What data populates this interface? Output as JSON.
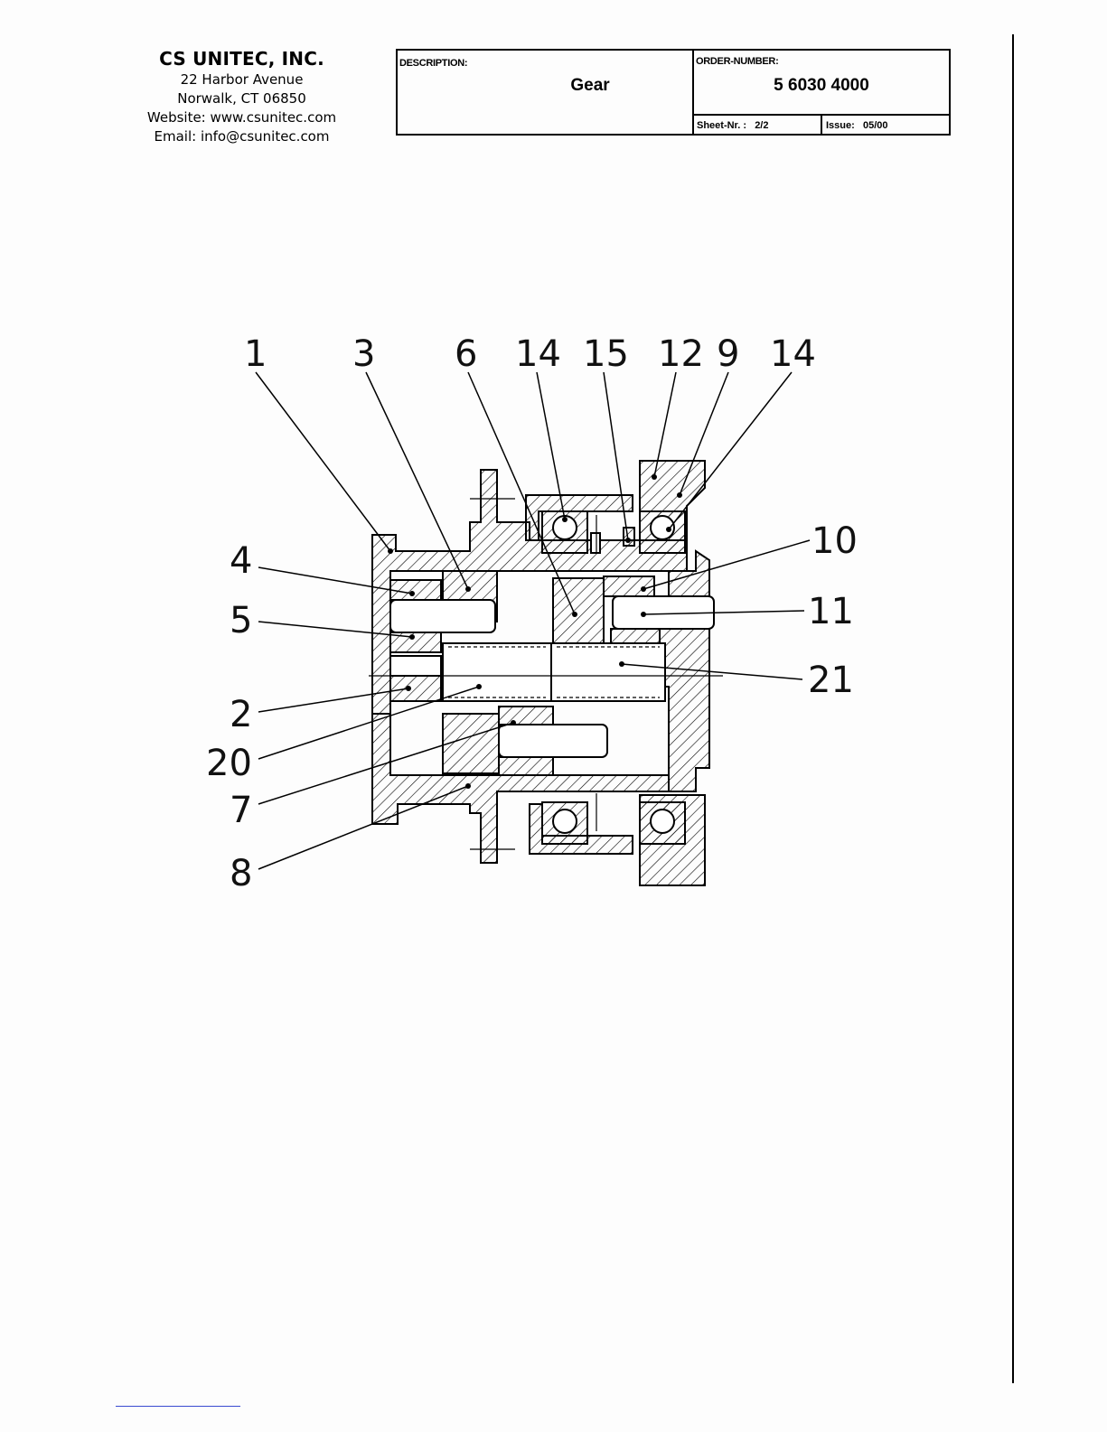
{
  "company": {
    "name": "CS UNITEC, INC.",
    "address": "22 Harbor Avenue",
    "city": "Norwalk, CT 06850",
    "website": "Website: www.csunitec.com",
    "email": "Email: info@csunitec.com"
  },
  "title_block": {
    "description_label": "DESCRIPTION:",
    "description": "Gear",
    "order_label": "ORDER-NUMBER:",
    "order_number": "5 6030 4000",
    "sheet_label": "Sheet-Nr. :",
    "sheet_value": "2/2",
    "issue_label": "Issue:",
    "issue_value": "05/00"
  },
  "callouts": {
    "c1": "1",
    "c3": "3",
    "c6": "6",
    "c14a": "14",
    "c15": "15",
    "c12": "12",
    "c9": "9",
    "c14b": "14",
    "c10": "10",
    "c4": "4",
    "c5": "5",
    "c11": "11",
    "c21": "21",
    "c2": "2",
    "c20": "20",
    "c7": "7",
    "c8": "8"
  }
}
